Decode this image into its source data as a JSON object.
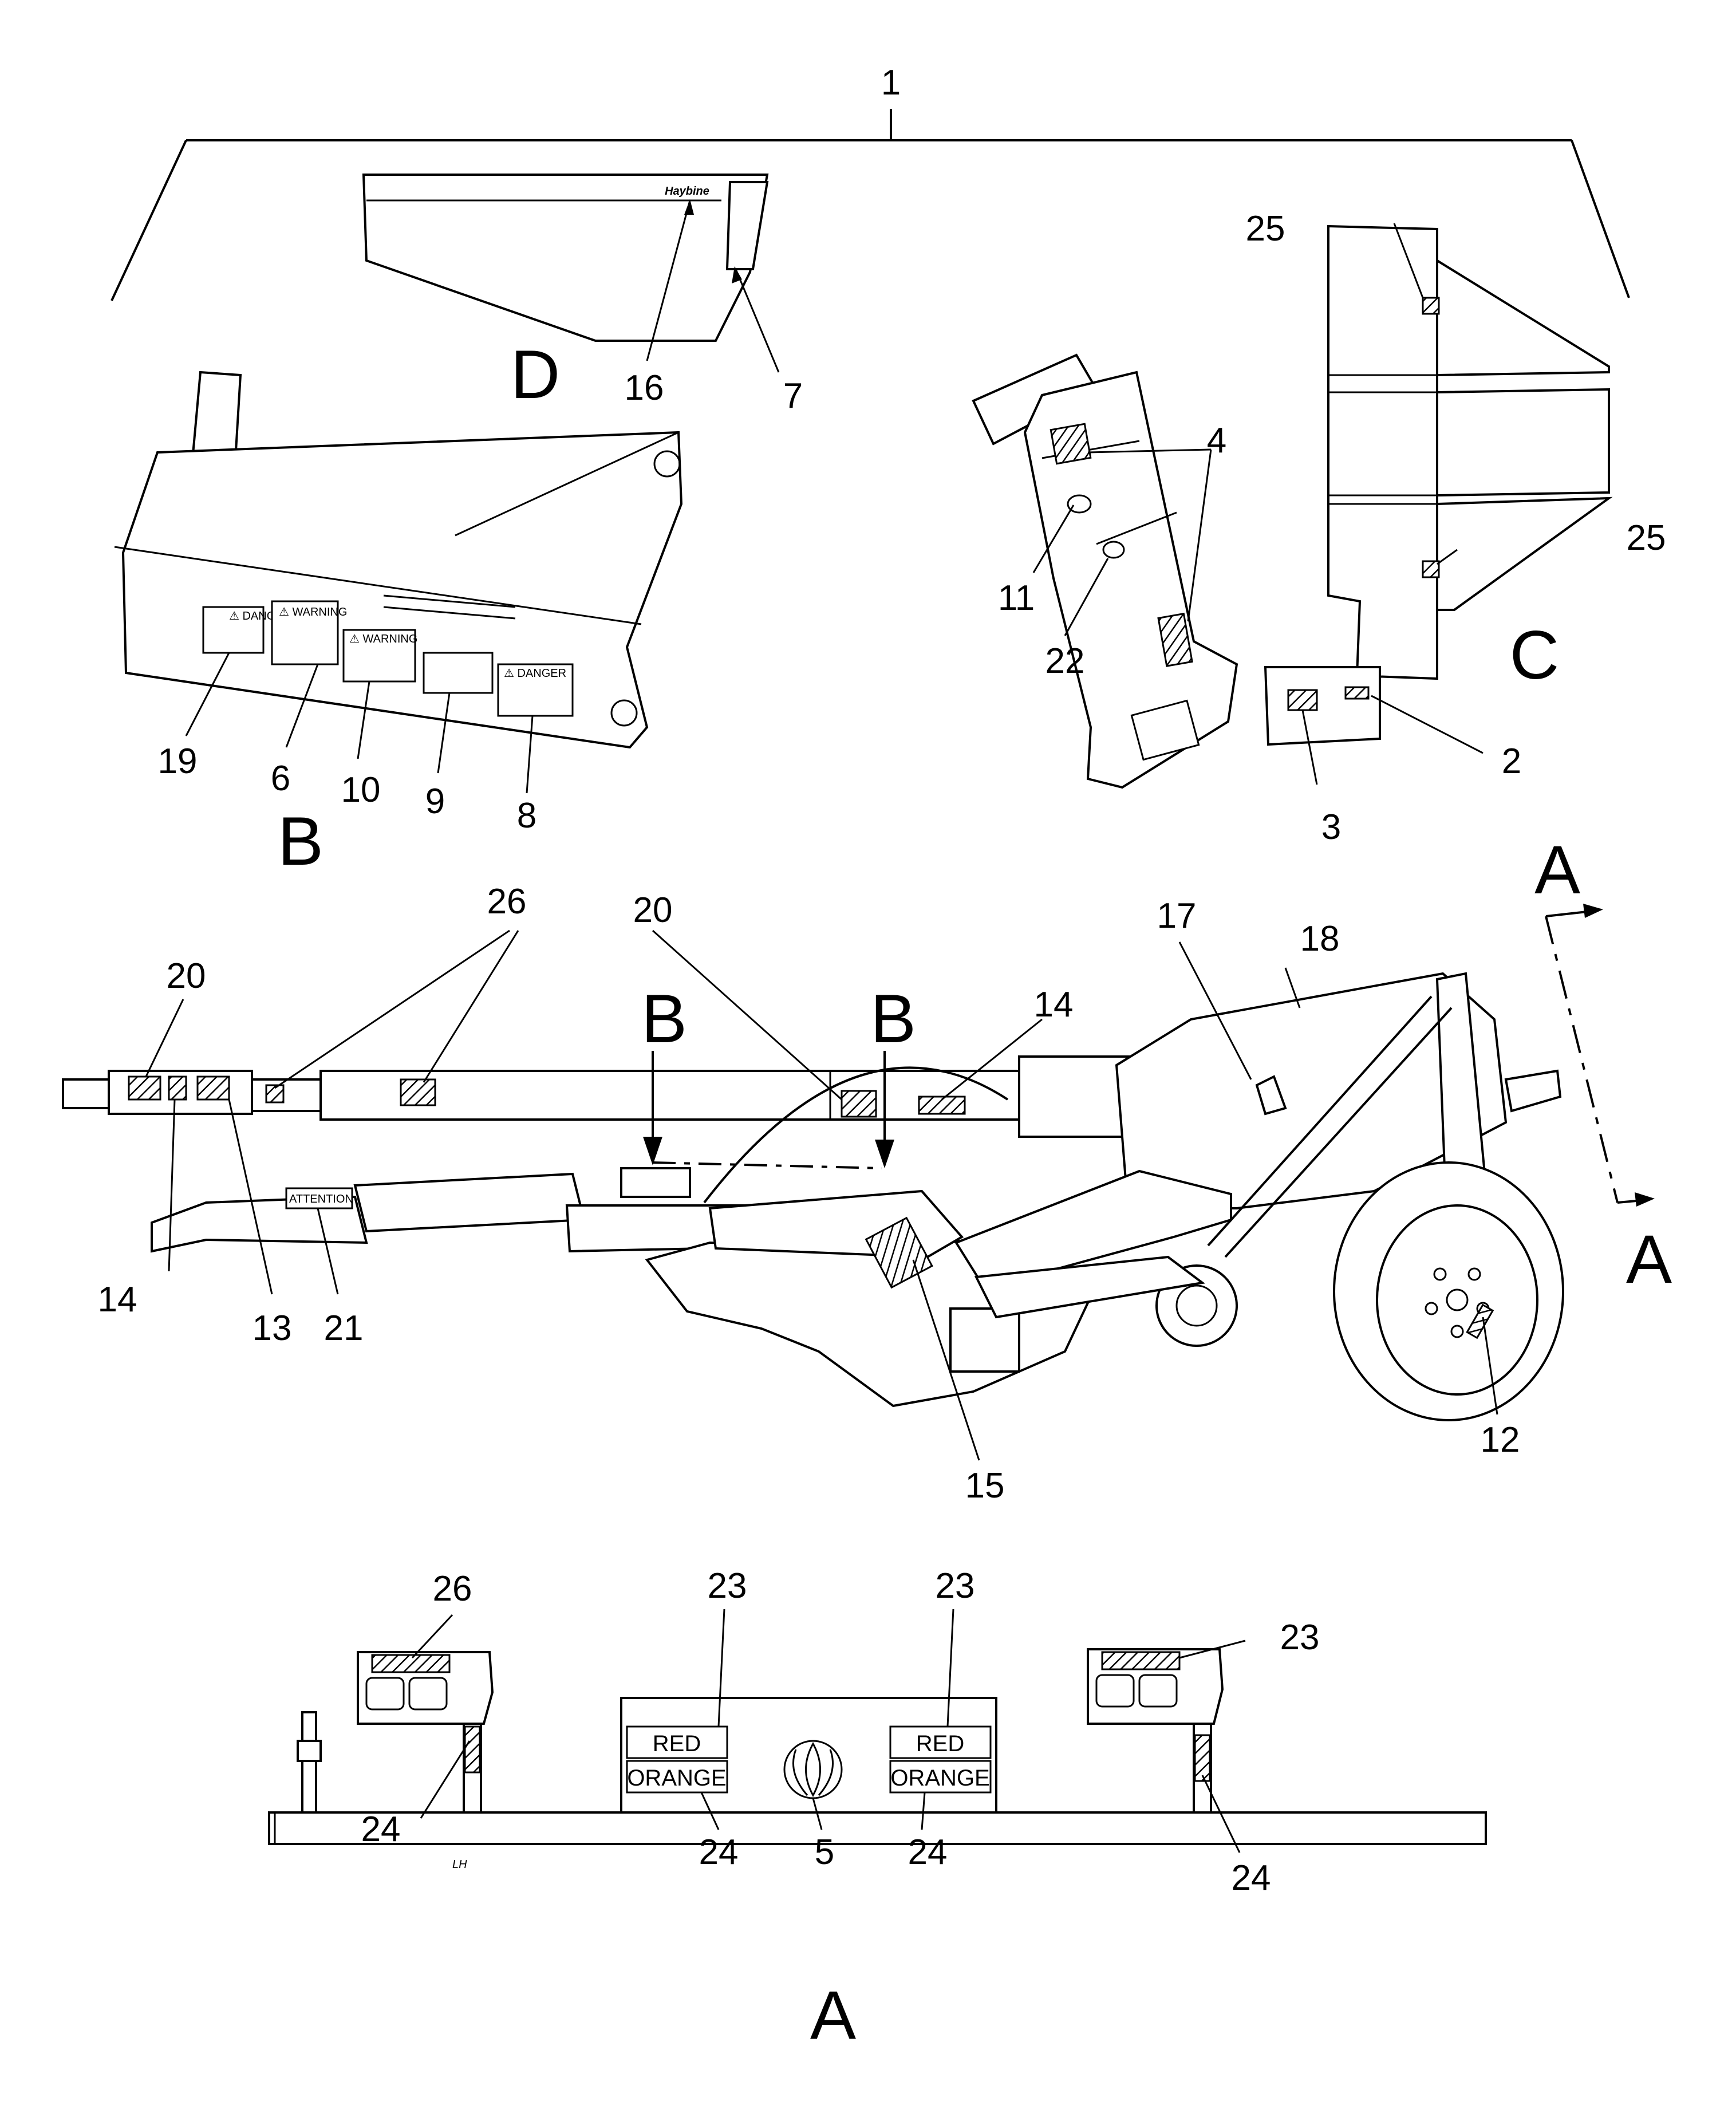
{
  "views": {
    "A_main": "A",
    "A_section_top": "A",
    "A_section_bottom": "A",
    "B_view": "B",
    "B_arrow_left": "B",
    "B_arrow_right": "B",
    "C_view": "C",
    "D_view": "D"
  },
  "callouts": {
    "c1": "1",
    "c2": "2",
    "c3": "3",
    "c4": "4",
    "c5": "5",
    "c6": "6",
    "c7": "7",
    "c8": "8",
    "c9": "9",
    "c10": "10",
    "c11": "11",
    "c12": "12",
    "c13": "13",
    "c14a": "14",
    "c14b": "14",
    "c15": "15",
    "c16": "16",
    "c17": "17",
    "c18": "18",
    "c19": "19",
    "c20a": "20",
    "c20b": "20",
    "c21": "21",
    "c22": "22",
    "c23a": "23",
    "c23b": "23",
    "c23c": "23",
    "c24a": "24",
    "c24b": "24",
    "c24c": "24",
    "c24d": "24",
    "c25a": "25",
    "c25b": "25",
    "c26a": "26",
    "c26b": "26"
  },
  "decals": {
    "red_left": "RED",
    "orange_left": "ORANGE",
    "red_right": "RED",
    "orange_right": "ORANGE",
    "attention": "ATTENTION",
    "warning_1": "⚠ WARNING",
    "warning_2": "⚠ WARNING",
    "danger_1": "⚠ DANGER",
    "danger_2": "⚠ DANGER",
    "brand": "Haybine",
    "lh": "LH"
  }
}
